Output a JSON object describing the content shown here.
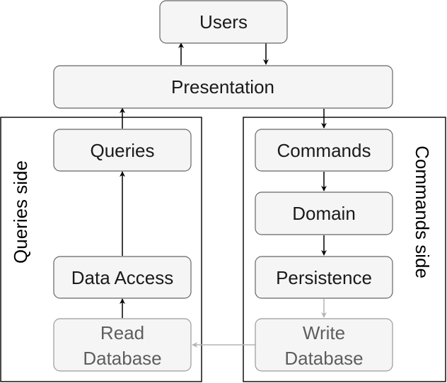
{
  "nodes": {
    "users": "Users",
    "presentation": "Presentation",
    "queries": "Queries",
    "data_access": "Data Access",
    "read_database": [
      "Read",
      "Database"
    ],
    "commands": "Commands",
    "domain": "Domain",
    "persistence": "Persistence",
    "write_database": [
      "Write",
      "Database"
    ]
  },
  "regions": {
    "queries_side": "Queries side",
    "commands_side": "Commands side"
  },
  "colors": {
    "node_fill": "#f5f5f5",
    "node_stroke": "#666666",
    "edge_dark": "#000000",
    "edge_light": "#b3b3b3",
    "faded_text": "#5e5e5e"
  }
}
